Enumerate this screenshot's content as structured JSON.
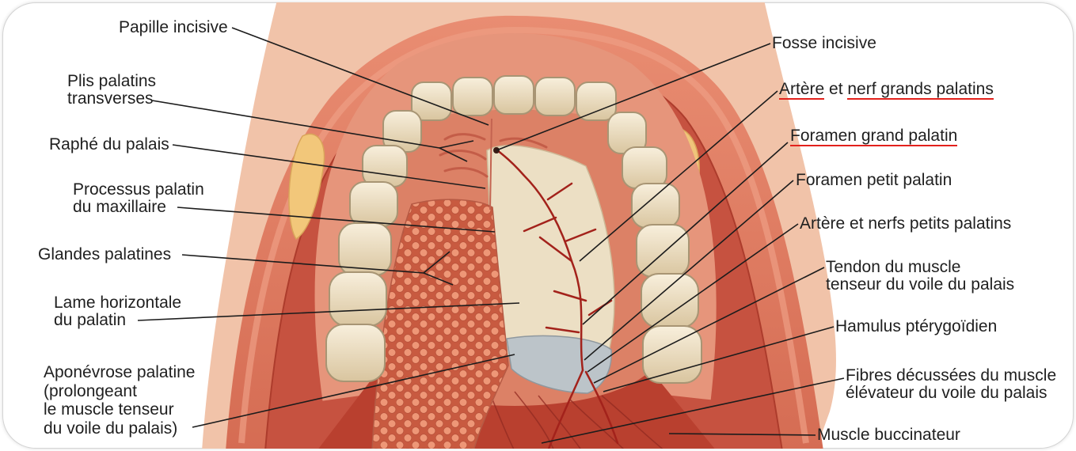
{
  "labels_left": {
    "papille_incisive": "Papille incisive",
    "plis_palatins_transverses": [
      "Plis palatins",
      "transverses"
    ],
    "raphe_du_palais": "Raphé du palais",
    "processus_palatin": [
      "Processus palatin",
      "du maxillaire"
    ],
    "glandes_palatines": "Glandes palatines",
    "lame_horizontale": [
      "Lame horizontale",
      "du palatin"
    ],
    "aponevrose_palatine": [
      "Aponévrose palatine",
      "(prolongeant",
      "le muscle tenseur",
      "du voile du palais)"
    ]
  },
  "labels_right": {
    "fosse_incisive": "Fosse incisive",
    "artere_nerf_grands_palatins": {
      "artere": "Artère",
      "et": " et ",
      "nerf": "nerf grands palatins"
    },
    "foramen_grand_palatin": "Foramen grand palatin",
    "foramen_petit_palatin": "Foramen petit palatin",
    "artere_nerfs_petits_palatins": "Artère et nerfs petits palatins",
    "tendon_muscle_tenseur": [
      "Tendon du muscle",
      "tenseur du voile du palais"
    ],
    "hamulus_pterygoidien": "Hamulus ptérygoïdien",
    "fibres_decussees": [
      "Fibres décussées du muscle",
      "élévateur du voile du palais"
    ],
    "muscle_buccinateur": "Muscle buccinateur"
  },
  "colors": {
    "highlight_underline": "#e3211c",
    "label_text": "#1f1f1f",
    "leader_line": "#1c1c1c"
  }
}
